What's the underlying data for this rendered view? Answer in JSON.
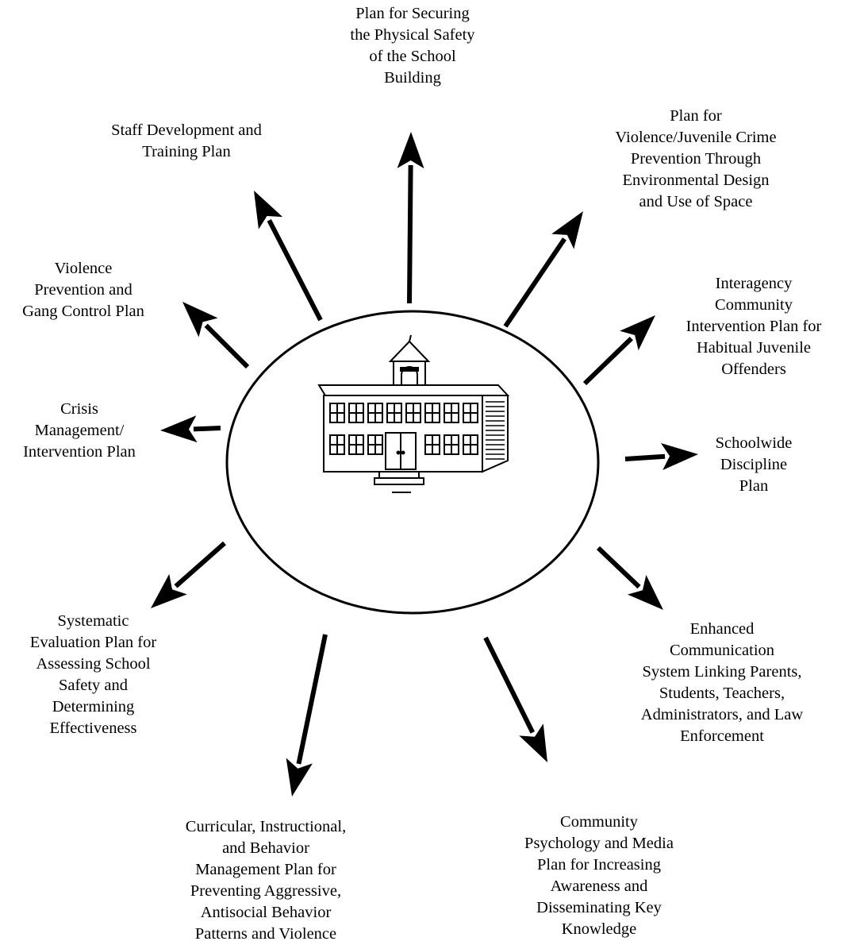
{
  "colors": {
    "ink": "#000000",
    "paper": "#ffffff"
  },
  "center": {
    "icon": "school-building-icon"
  },
  "plans": [
    {
      "id": "physical-safety",
      "label": "Plan for Securing\nthe Physical Safety\nof the School\nBuilding"
    },
    {
      "id": "environmental-design",
      "label": "Plan for\nViolence/Juvenile Crime\nPrevention Through\nEnvironmental Design\nand Use of Space"
    },
    {
      "id": "interagency",
      "label": "Interagency\nCommunity\nIntervention Plan for\nHabitual Juvenile\nOffenders"
    },
    {
      "id": "discipline",
      "label": "Schoolwide\nDiscipline\nPlan"
    },
    {
      "id": "communication",
      "label": "Enhanced\nCommunication\nSystem Linking Parents,\nStudents, Teachers,\nAdministrators, and Law\nEnforcement"
    },
    {
      "id": "community-psychology",
      "label": "Community\nPsychology and Media\nPlan for Increasing\nAwareness and\nDisseminating Key\nKnowledge"
    },
    {
      "id": "curricular",
      "label": "Curricular, Instructional,\nand Behavior\nManagement Plan for\nPreventing Aggressive,\nAntisocial Behavior\nPatterns and Violence"
    },
    {
      "id": "evaluation",
      "label": "Systematic\nEvaluation Plan for\nAssessing School\nSafety and\nDetermining\nEffectiveness"
    },
    {
      "id": "crisis",
      "label": "Crisis\nManagement/\nIntervention Plan"
    },
    {
      "id": "gang-control",
      "label": "Violence\nPrevention and\nGang Control Plan"
    },
    {
      "id": "staff-development",
      "label": "Staff Development and\nTraining Plan"
    }
  ]
}
